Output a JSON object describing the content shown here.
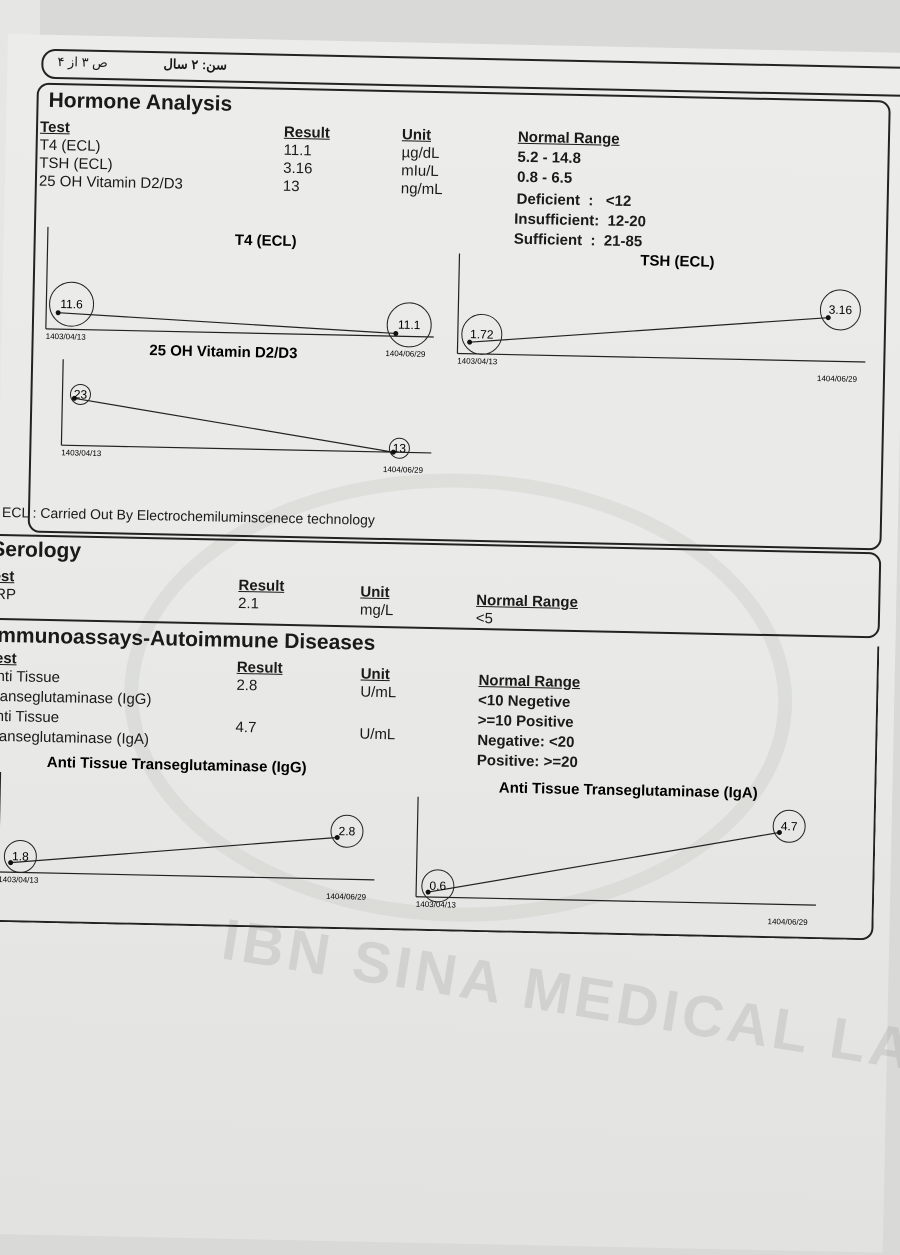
{
  "header": {
    "age": "سن: ۲ سال",
    "page": "ص ۳ از ۴"
  },
  "watermark": "IBN SINA MEDICAL LAB.",
  "hormone": {
    "title": "Hormone Analysis",
    "cols": {
      "test": "Test",
      "result": "Result",
      "unit": "Unit",
      "range": "Normal Range"
    },
    "rows": [
      {
        "test": "T4 (ECL)",
        "result": "11.1",
        "unit": "µg/dL",
        "range": "5.2 - 14.8"
      },
      {
        "test": "TSH (ECL)",
        "result": "3.16",
        "unit": "mIu/L",
        "range": "0.8 - 6.5"
      },
      {
        "test": "25 OH Vitamin D2/D3",
        "result": "13",
        "unit": "ng/mL",
        "range": "Deficient  :   <12"
      }
    ],
    "extra_ranges": [
      "Insufficient:  12-20",
      "Sufficient  :  21-85"
    ],
    "footnote": "ECL : Carried Out By Electrochemiluminscenece technology"
  },
  "serology": {
    "title": "Serology",
    "cols": {
      "test": "Test",
      "result": "Result",
      "unit": "Unit",
      "range": "Normal Range"
    },
    "rows": [
      {
        "test": "CRP",
        "result": "2.1",
        "unit": "mg/L",
        "range": "<5"
      }
    ]
  },
  "immuno": {
    "title": "Immunoassays-Autoimmune Diseases",
    "cols": {
      "test": "Test",
      "result": "Result",
      "unit": "Unit",
      "range": "Normal Range"
    },
    "rows": [
      {
        "test1": "Anti Tissue",
        "test2": "Transeglutaminase (IgG)",
        "result": "2.8",
        "unit": "U/mL",
        "range1": "<10 Negetive",
        "range2": ">=10 Positive"
      },
      {
        "test1": "Anti Tissue",
        "test2": "Transeglutaminase (IgA)",
        "result": "4.7",
        "unit": "U/mL",
        "range1": "Negative: <20",
        "range2": "Positive: >=20"
      }
    ]
  },
  "chart_data": [
    {
      "id": "t4",
      "type": "line",
      "title": "T4 (ECL)",
      "x": [
        "1403/04/13",
        "1404/06/29"
      ],
      "values": [
        11.6,
        11.1
      ],
      "labels": [
        "11.6",
        "11.1"
      ],
      "ylim": [
        11,
        14
      ]
    },
    {
      "id": "tsh",
      "type": "line",
      "title": "TSH (ECL)",
      "x": [
        "1403/04/13",
        "1404/06/29"
      ],
      "values": [
        1.72,
        3.16
      ],
      "labels": [
        "1.72",
        "3.16"
      ],
      "ylim": [
        1.2,
        4.8
      ]
    },
    {
      "id": "vitd",
      "type": "line",
      "title": "25 OH Vitamin D2/D3",
      "x": [
        "1403/04/13",
        "1404/06/29"
      ],
      "values": [
        23,
        13
      ],
      "labels": [
        "23",
        "13"
      ],
      "ylim": [
        13,
        27
      ]
    },
    {
      "id": "igg",
      "type": "line",
      "title": "Anti Tissue Transeglutaminase (IgG)",
      "x": [
        "1403/04/13",
        "1404/06/29"
      ],
      "values": [
        1.8,
        2.8
      ],
      "labels": [
        "1.8",
        "2.8"
      ],
      "ylim": [
        1.5,
        4
      ]
    },
    {
      "id": "iga",
      "type": "line",
      "title": "Anti Tissue Transeglutaminase (IgA)",
      "x": [
        "1403/04/13",
        "1404/06/29"
      ],
      "values": [
        0.6,
        4.7
      ],
      "labels": [
        "0.6",
        "4.7"
      ],
      "ylim": [
        0.3,
        5.2
      ]
    }
  ]
}
